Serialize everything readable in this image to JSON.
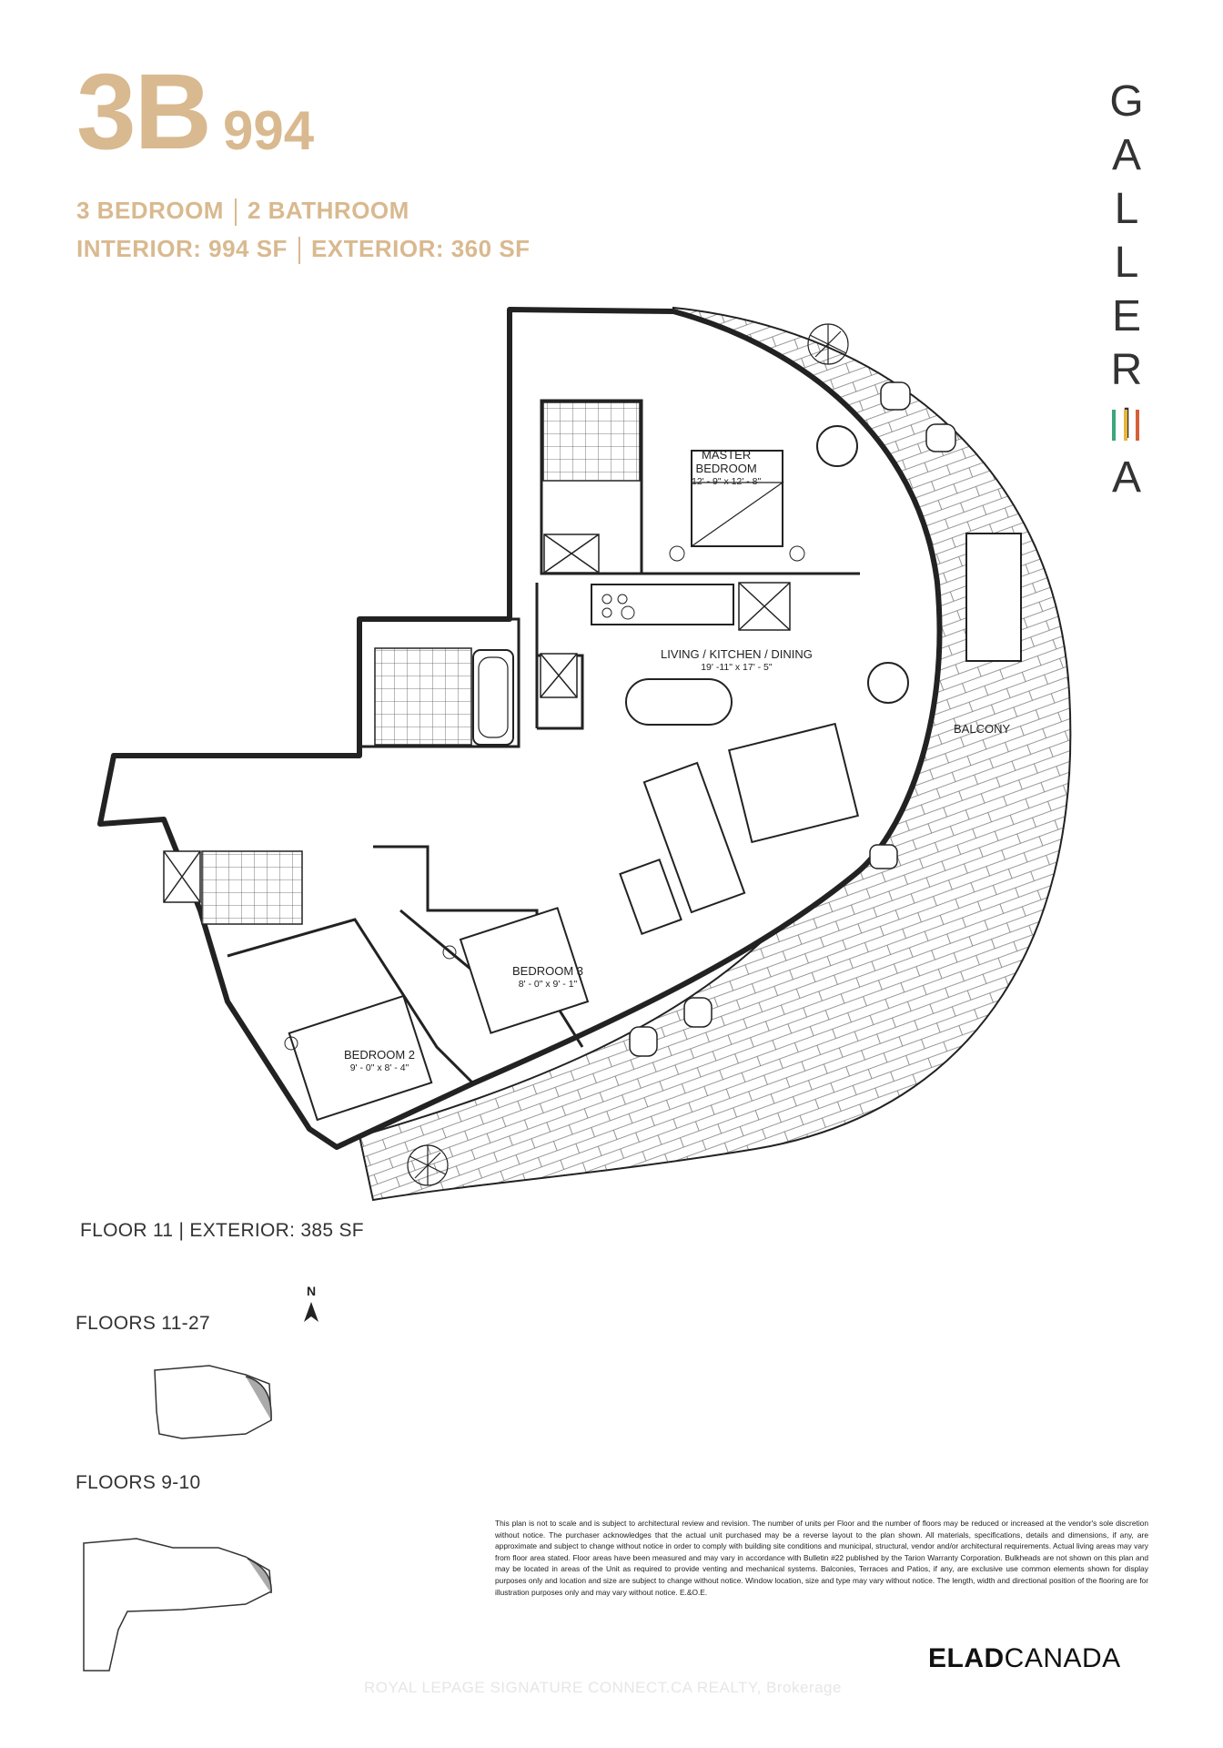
{
  "header": {
    "unit_name": "3B",
    "unit_number": "994",
    "bedrooms": "3 BEDROOM",
    "bathrooms": "2 BATHROOM",
    "interior": "INTERIOR: 994 SF",
    "exterior": "EXTERIOR: 360 SF"
  },
  "brand": {
    "letters": [
      "G",
      "A",
      "L",
      "L",
      "E",
      "R",
      "I",
      "A"
    ],
    "stripe_colors": [
      "#3aa77a",
      "#e8b53a",
      "#d6603a"
    ]
  },
  "plan": {
    "rooms": [
      {
        "name": "MASTER\nBEDROOM",
        "dim": "12' - 9\" x 12' - 8\""
      },
      {
        "name": "LIVING / KITCHEN / DINING",
        "dim": "19' -11\" x 17' - 5\""
      },
      {
        "name": "BALCONY",
        "dim": ""
      },
      {
        "name": "BEDROOM 3",
        "dim": "8' - 0\" x 9' - 1\""
      },
      {
        "name": "BEDROOM 2",
        "dim": "9' - 0\" x 8' - 4\""
      }
    ],
    "north_label": "N"
  },
  "keyplans": {
    "floor_ext": "FLOOR 11 | EXTERIOR: 385 SF",
    "floors_a": "FLOORS 11-27",
    "floors_b": "FLOORS 9-10"
  },
  "disclaimer": "This plan is not to scale and is subject to architectural review and revision. The number of units per Floor and the number of floors may be reduced or increased at the vendor's sole discretion without notice. The purchaser acknowledges that the actual unit purchased may be a reverse layout to the plan shown. All materials, specifications, details and dimensions, if any, are approximate and subject to change without notice in order to comply with building site conditions and municipal, structural, vendor and/or architectural requirements. Actual living areas may vary from floor area stated. Floor areas have been measured and may vary in accordance with Bulletin #22 published by the Tarion Warranty Corporation. Bulkheads are not shown on this plan and may be located in areas of the Unit as required to provide venting and mechanical systems. Balconies, Terraces and Patios, if any, are exclusive use common elements shown for display purposes only and location and size are subject to change without notice. Window location, size and type may vary without notice. The length, width and directional position of the flooring are for illustration purposes only and may vary without notice. E.&O.E.",
  "developer": {
    "part1": "ELAD",
    "part2": "CANADA"
  },
  "watermark": "ROYAL LEPAGE SIGNATURE CONNECT.CA REALTY, Brokerage"
}
